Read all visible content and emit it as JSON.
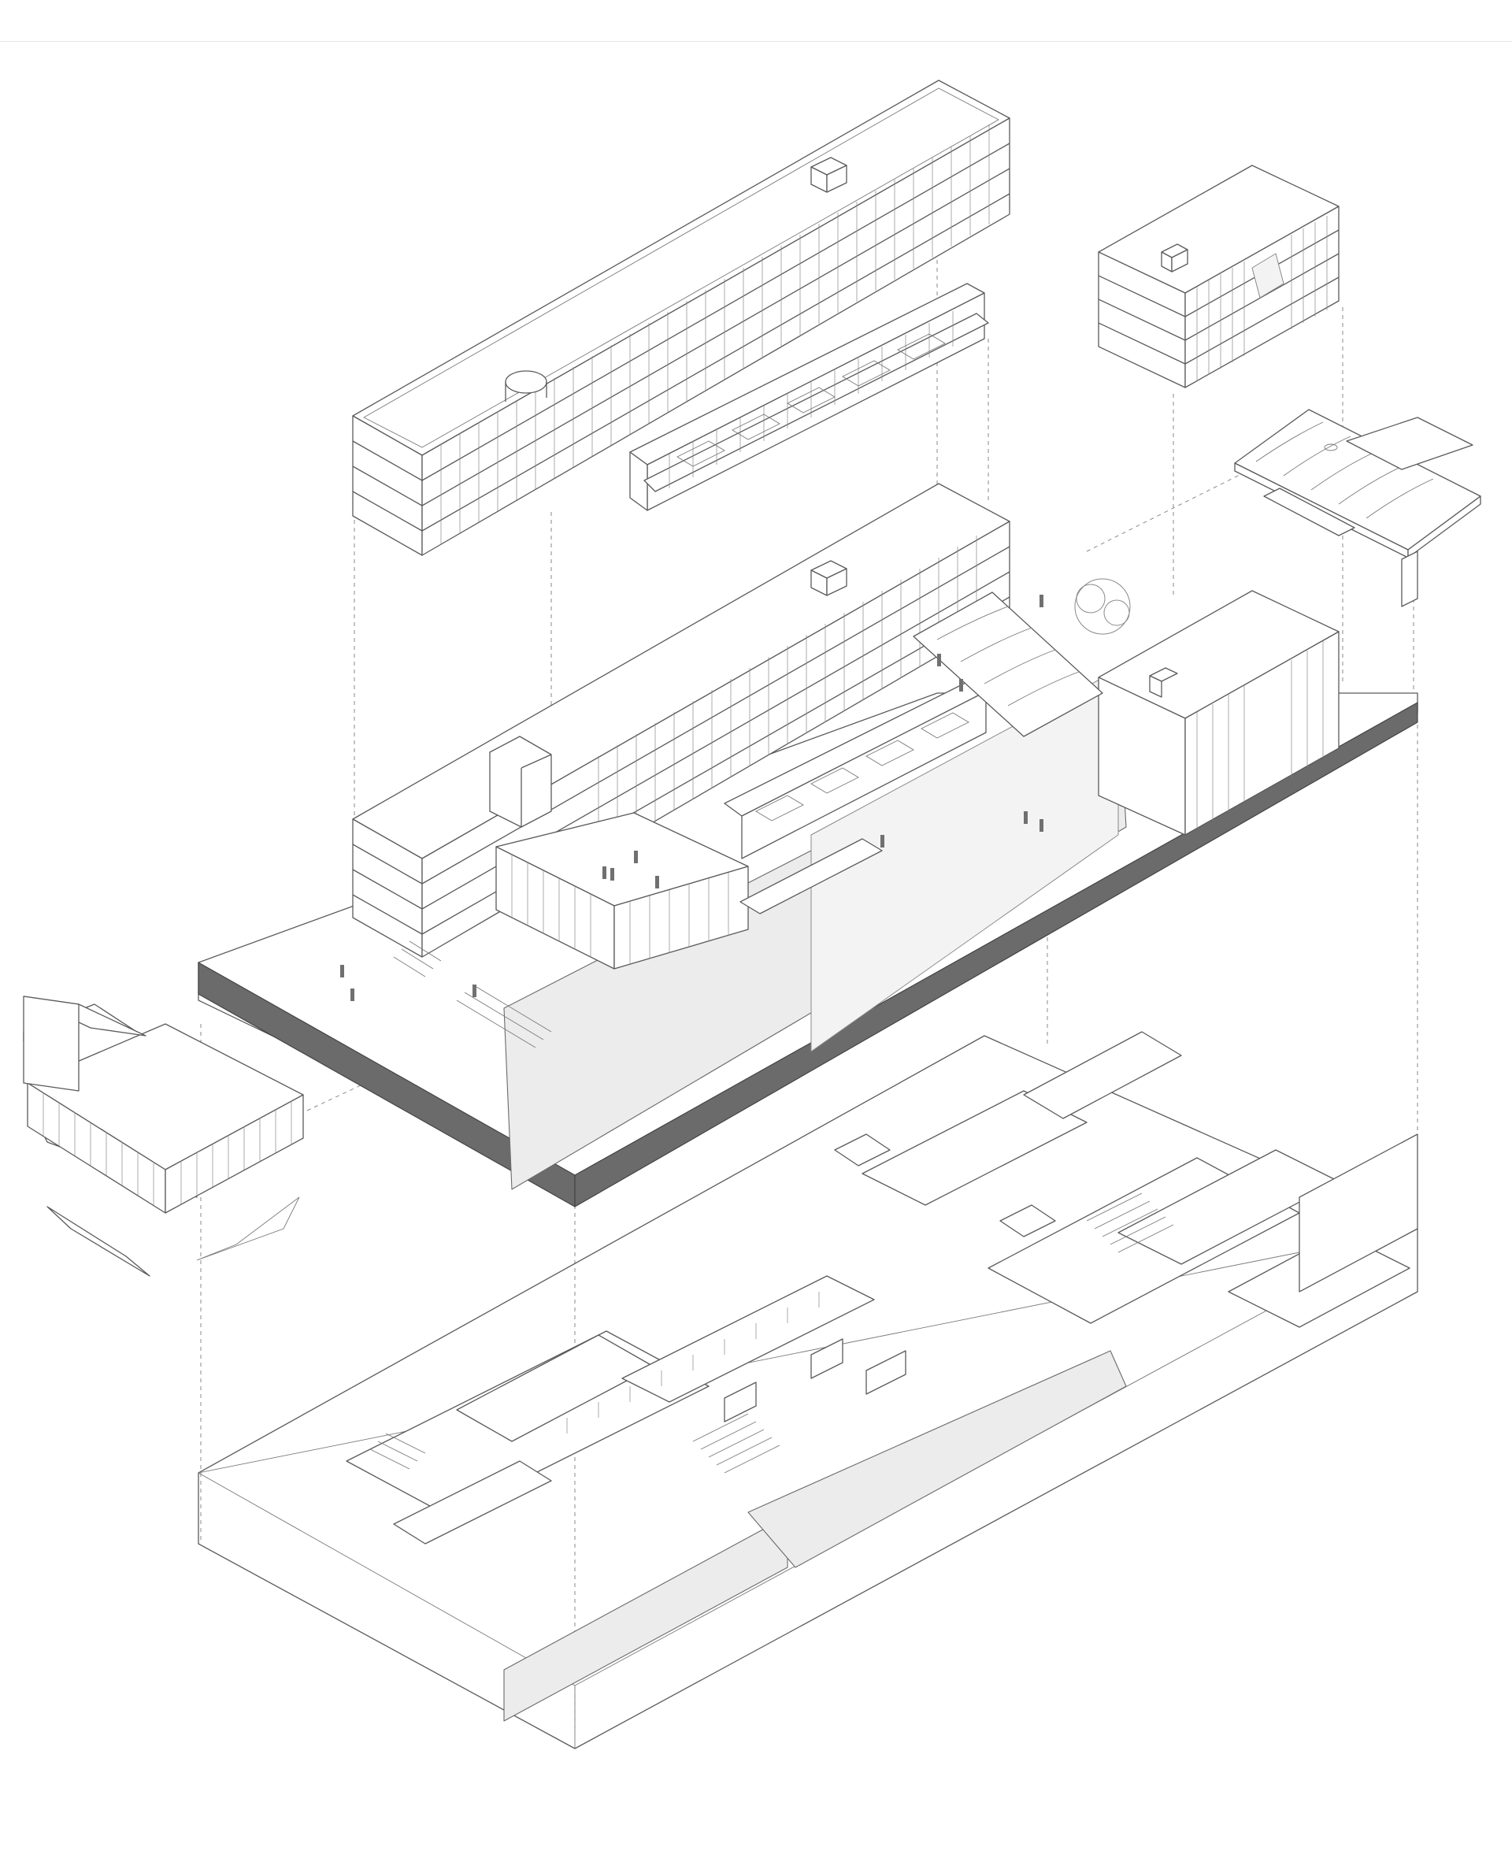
{
  "drawing": {
    "type": "exploded-axonometric",
    "components": [
      "upper-slab-block",
      "upper-canopy-wing",
      "east-tower-block",
      "east-roof-canopy",
      "main-podium-assembly",
      "west-pavilion",
      "ground-level-base"
    ]
  },
  "colors": {
    "line": "#5a5a5a",
    "dashed_projection": "#8a8a8a",
    "shaded_volume": "#ececec",
    "podium_edge": "#6b6b6b",
    "background": "#ffffff"
  }
}
